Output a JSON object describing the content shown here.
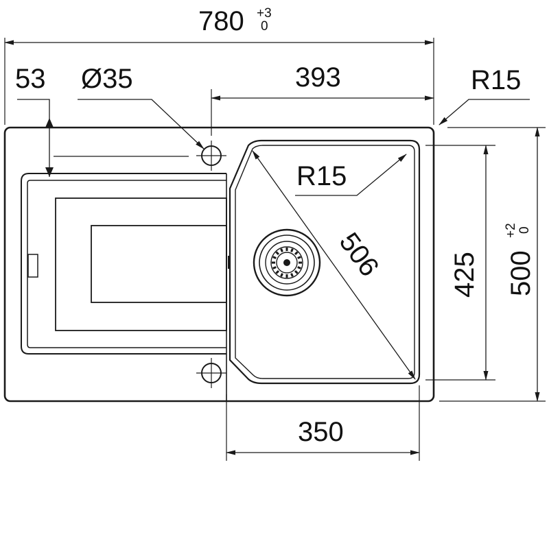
{
  "drawing": {
    "colors": {
      "stroke": "#1a1a1a",
      "background": "#ffffff"
    },
    "dimensions": {
      "overall_width": {
        "value": "780",
        "tol_upper": "+3",
        "tol_lower": "0"
      },
      "drain_offset": "53",
      "hole_diameter": "Ø35",
      "bowl_offset": "393",
      "corner_radius_outer": "R15",
      "corner_radius_bowl": "R15",
      "bowl_diagonal": "506",
      "bowl_depth": "425",
      "overall_depth": {
        "value": "500",
        "tol_upper": "+2",
        "tol_lower": "0"
      },
      "bowl_width": "350"
    }
  }
}
